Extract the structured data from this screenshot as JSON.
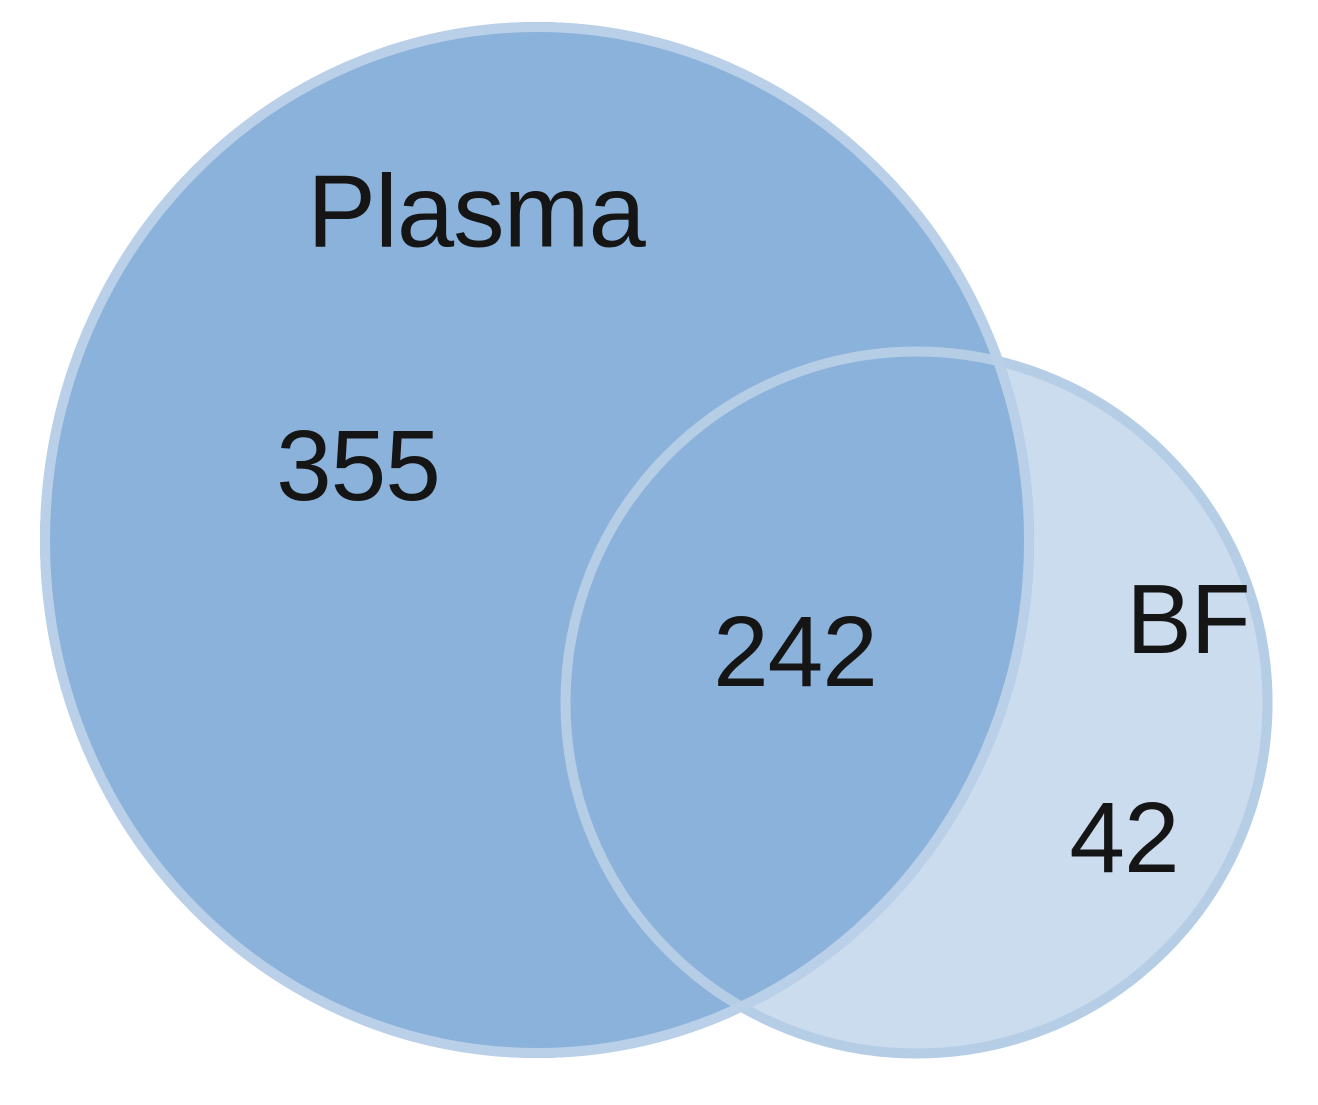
{
  "diagram": {
    "type": "venn",
    "background_color": "#ffffff",
    "text_color": "#151515",
    "sets": [
      {
        "id": "plasma",
        "label": "Plasma",
        "unique_count": "355",
        "fill": "#8ab2da",
        "stroke": "#bad0e8"
      },
      {
        "id": "bf",
        "label": "BF",
        "unique_count": "42",
        "fill": "#cbdcee",
        "stroke": "#b6cde6"
      }
    ],
    "intersection": {
      "count": "242"
    }
  }
}
